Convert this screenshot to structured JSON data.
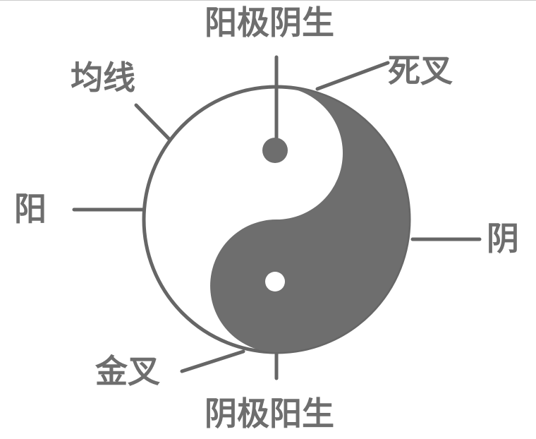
{
  "labels": {
    "top": "阳极阴生",
    "moving_average": "均线",
    "death_cross": "死叉",
    "yang": "阳",
    "yin": "阴",
    "golden_cross": "金叉",
    "bottom": "阴极阳生"
  },
  "colors": {
    "ink": "#6e6e6e",
    "yin_fill": "#6e6e6e",
    "yang_fill": "#ffffff"
  }
}
